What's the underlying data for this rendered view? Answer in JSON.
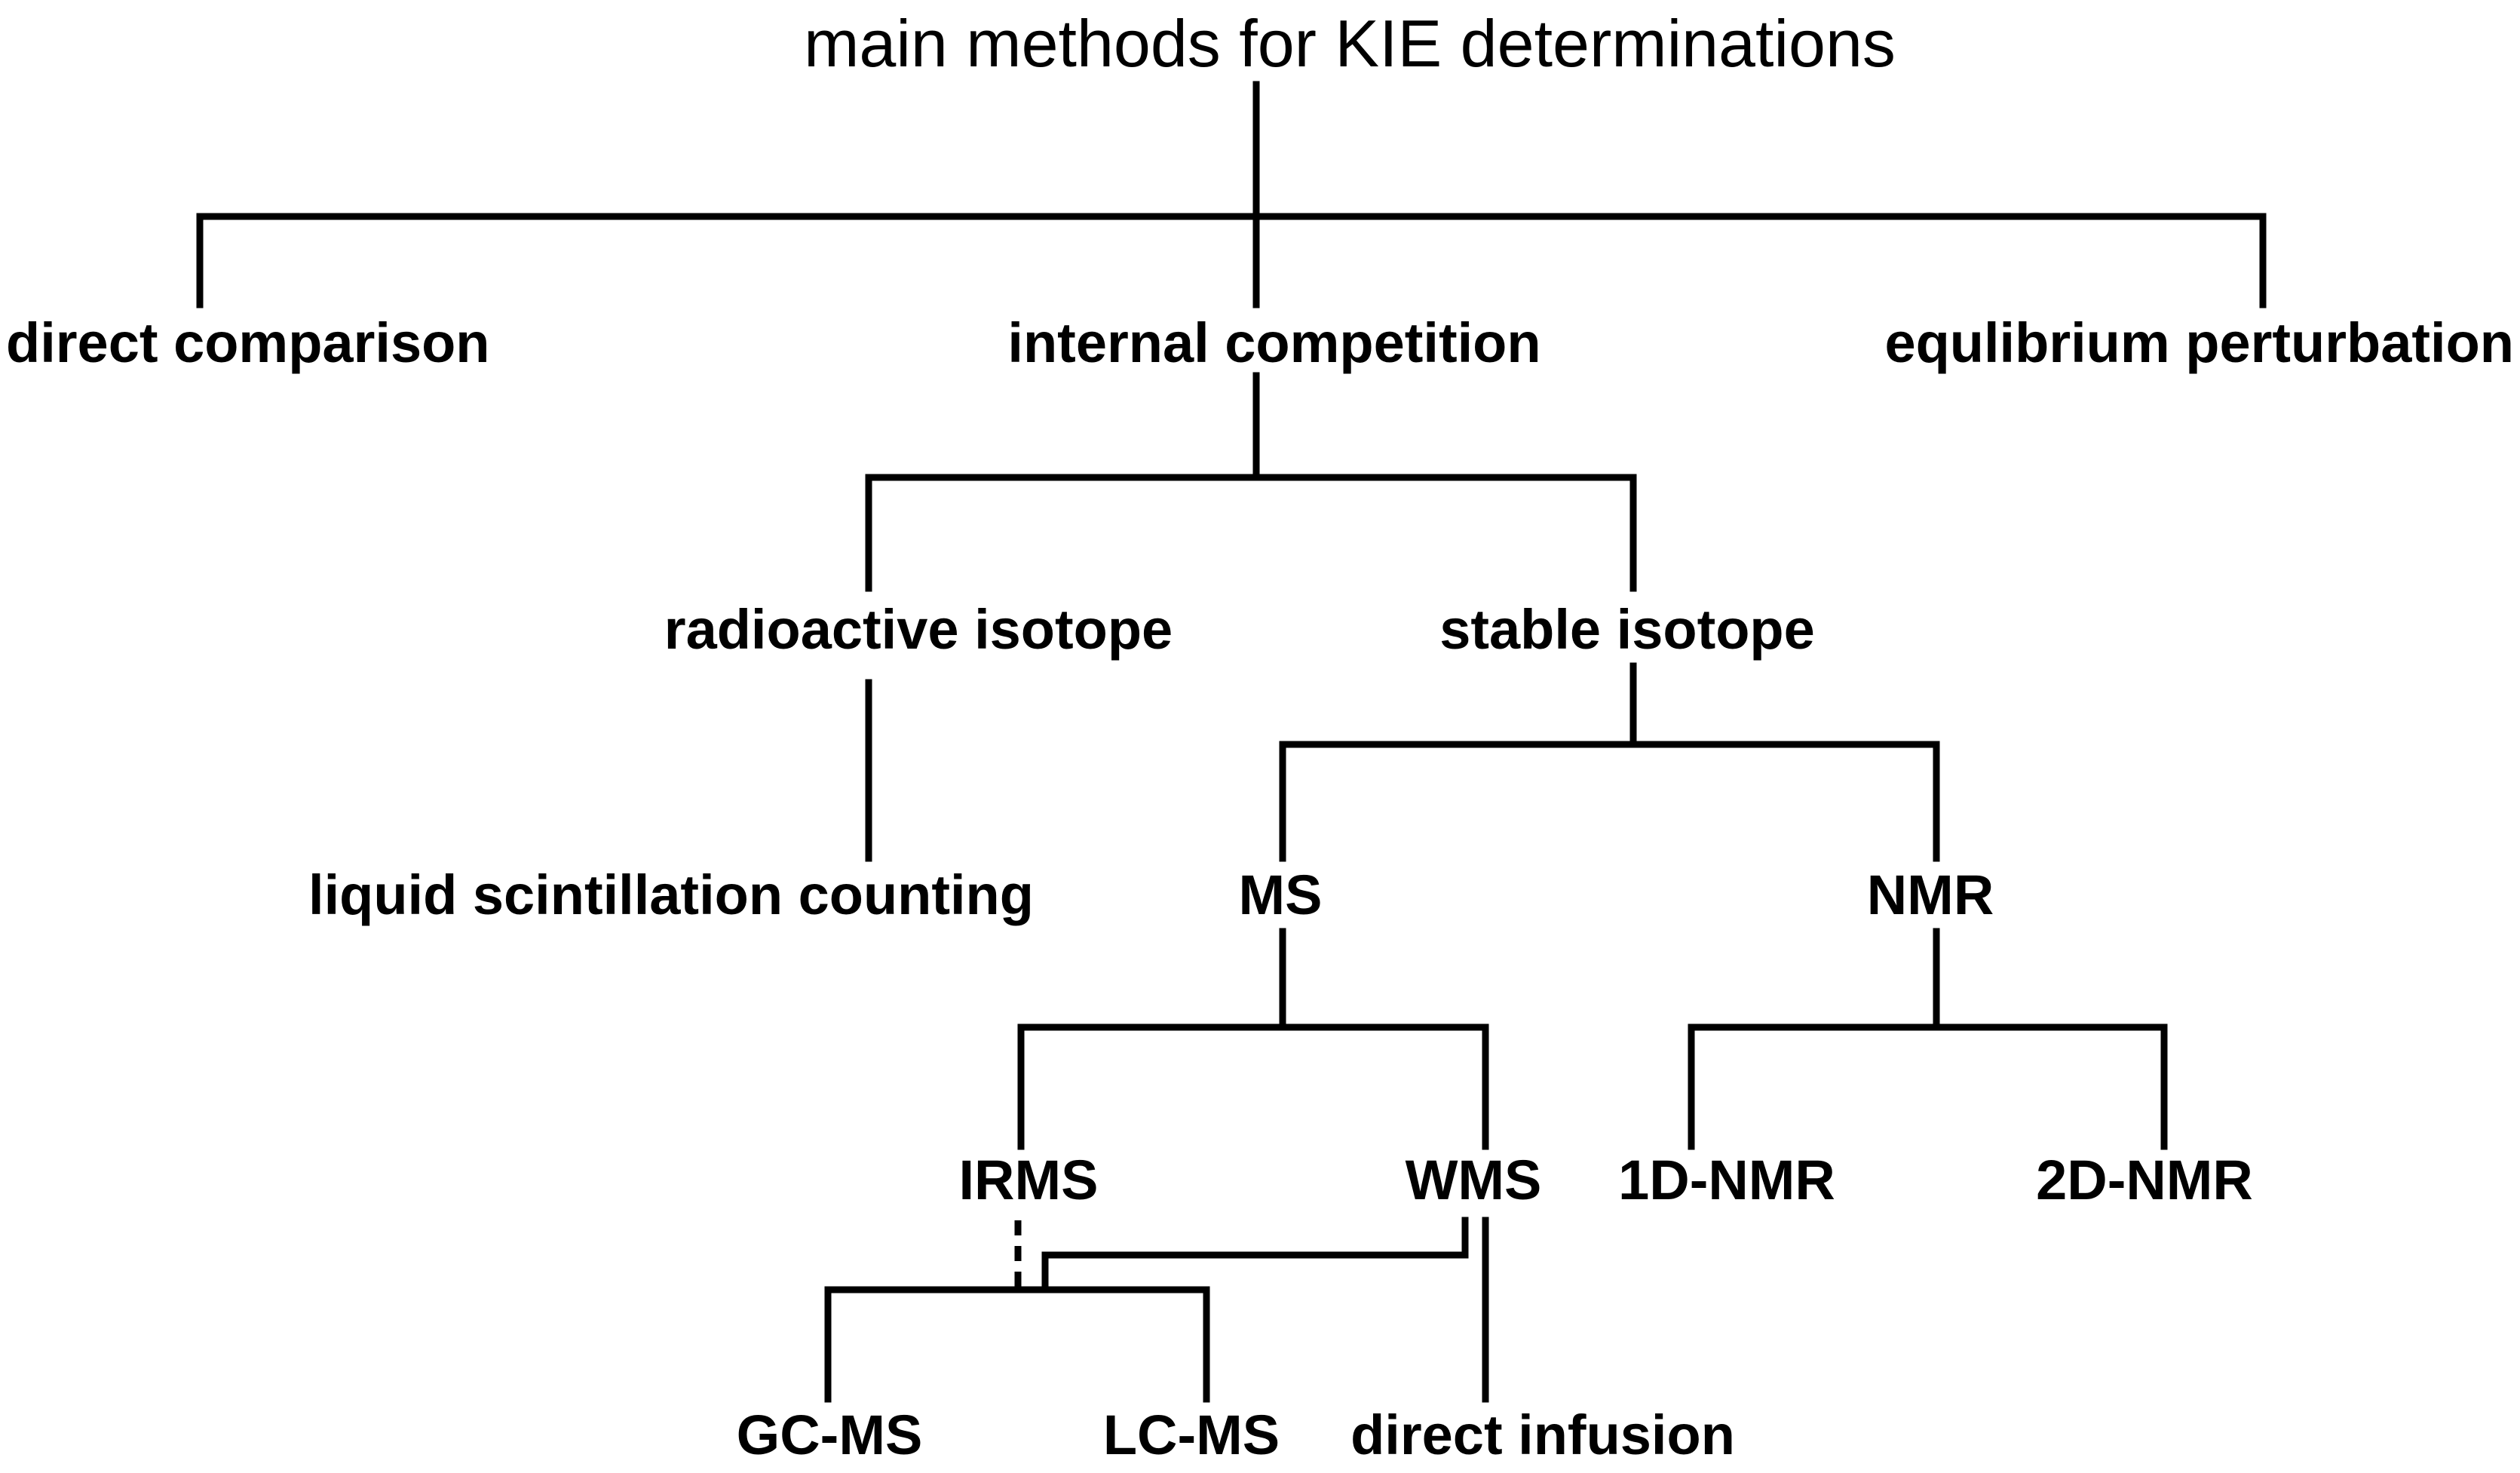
{
  "title": "main methods for KIE determinations",
  "nodes": {
    "direct_comparison": "direct comparison",
    "internal_competition": "internal competition",
    "equilibrium_perturbation": "equlibrium perturbation",
    "radioactive_isotope": "radioactive isotope",
    "stable_isotope": "stable isotope",
    "liquid_scintillation_counting": "liquid scintillation counting",
    "ms": "MS",
    "nmr": "NMR",
    "irms": "IRMS",
    "wms": "WMS",
    "nmr_1d": "1D-NMR",
    "nmr_2d": "2D-NMR",
    "gc_ms": "GC-MS",
    "lc_ms": "LC-MS",
    "direct_infusion": "direct infusion"
  }
}
